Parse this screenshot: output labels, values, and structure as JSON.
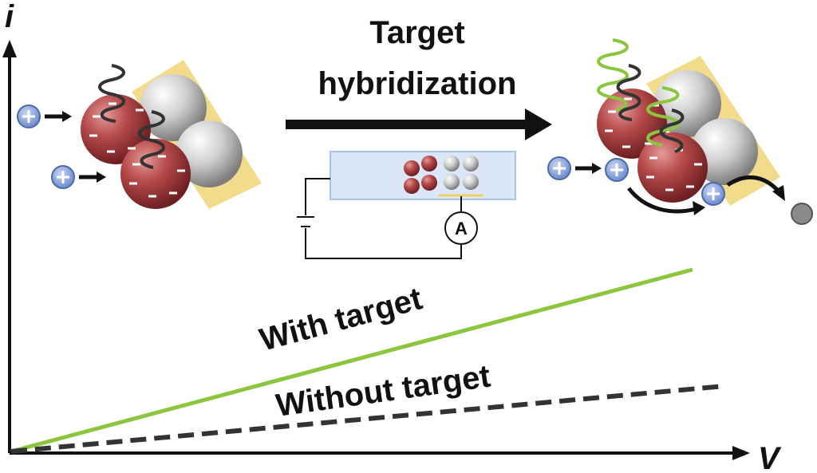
{
  "colors": {
    "bead_red": "#b64a4a",
    "bead_silver": "#d8d8d8",
    "backing": "#f2dc8c",
    "dna_probe": "#333333",
    "dna_target": "#8cc63f",
    "cation": "#8da7dc",
    "with_target_line": "#8cc63f",
    "without_target_line": "#333333",
    "channel": "#dbe7f8"
  },
  "axes": {
    "y_label": "i",
    "x_label": "V"
  },
  "arrow_label": {
    "line1": "Target",
    "line2": "hybridization"
  },
  "circuit": {
    "meter_label": "A"
  },
  "curves": {
    "with_target": "With target",
    "without_target": "Without target"
  },
  "icons": [
    "cation-plus-icon",
    "bead-negative-icon",
    "ammeter-icon",
    "battery-icon",
    "anion-icon"
  ]
}
